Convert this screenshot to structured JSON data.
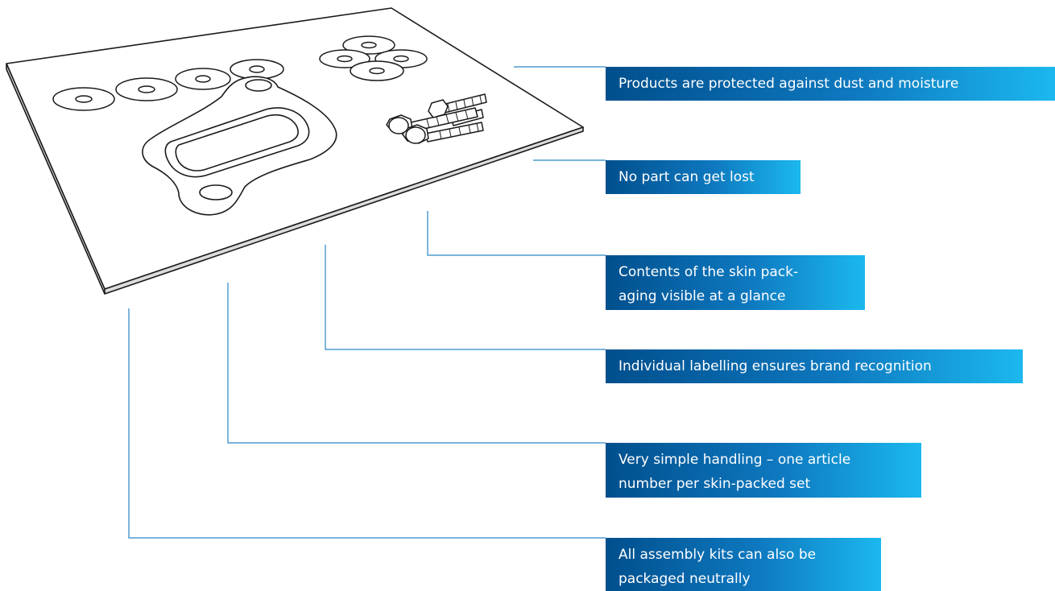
{
  "colors": {
    "label_dark": "#004f8d",
    "label_light": "#1bb8ee",
    "leader_line": "#2a86c6",
    "label_text": "#ffffff",
    "drawing_stroke": "#1a1a1a"
  },
  "labels": {
    "dust": "Products are protected against dust and moisture",
    "lost": "No part can get lost",
    "contents_1": "Contents of the skin pack-",
    "contents_2": "aging visible at a glance",
    "brand": "Individual labelling ensures brand recognition",
    "handling_1": "Very simple handling – one article",
    "handling_2": "number per skin-packed set",
    "neutral_1": "All assembly kits can also be",
    "neutral_2": "packaged neutrally"
  }
}
